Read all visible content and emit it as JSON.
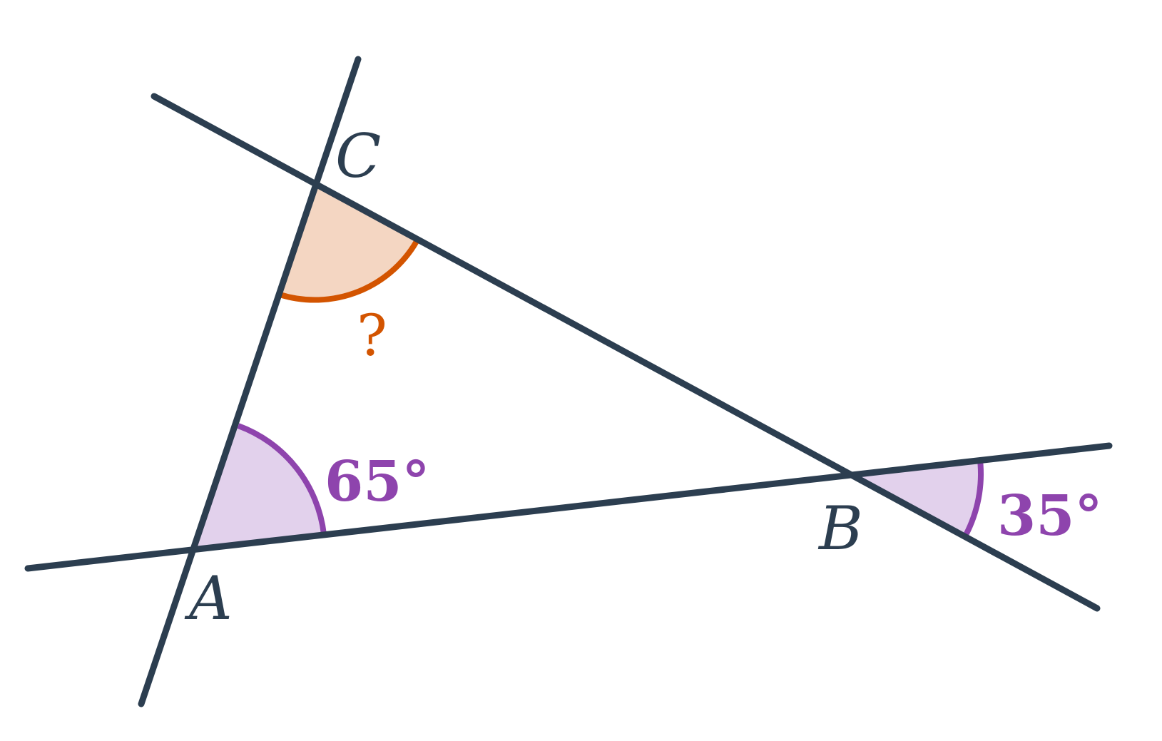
{
  "vertices": {
    "a": {
      "label": "A"
    },
    "b": {
      "label": "B"
    },
    "c": {
      "label": "C"
    }
  },
  "angles": {
    "at_a": {
      "label": "65°",
      "value_deg": 65,
      "color": "#8e44ad"
    },
    "at_b": {
      "label": "35°",
      "value_deg": 35,
      "color": "#8e44ad"
    },
    "at_c": {
      "label": "?",
      "color": "#d35400"
    }
  },
  "colors": {
    "lines": "#2c3e50",
    "known_angle_fill": "#e2d1ec",
    "known_angle_stroke": "#8e44ad",
    "unknown_angle_fill": "#f4d6c2",
    "unknown_angle_stroke": "#d35400"
  }
}
